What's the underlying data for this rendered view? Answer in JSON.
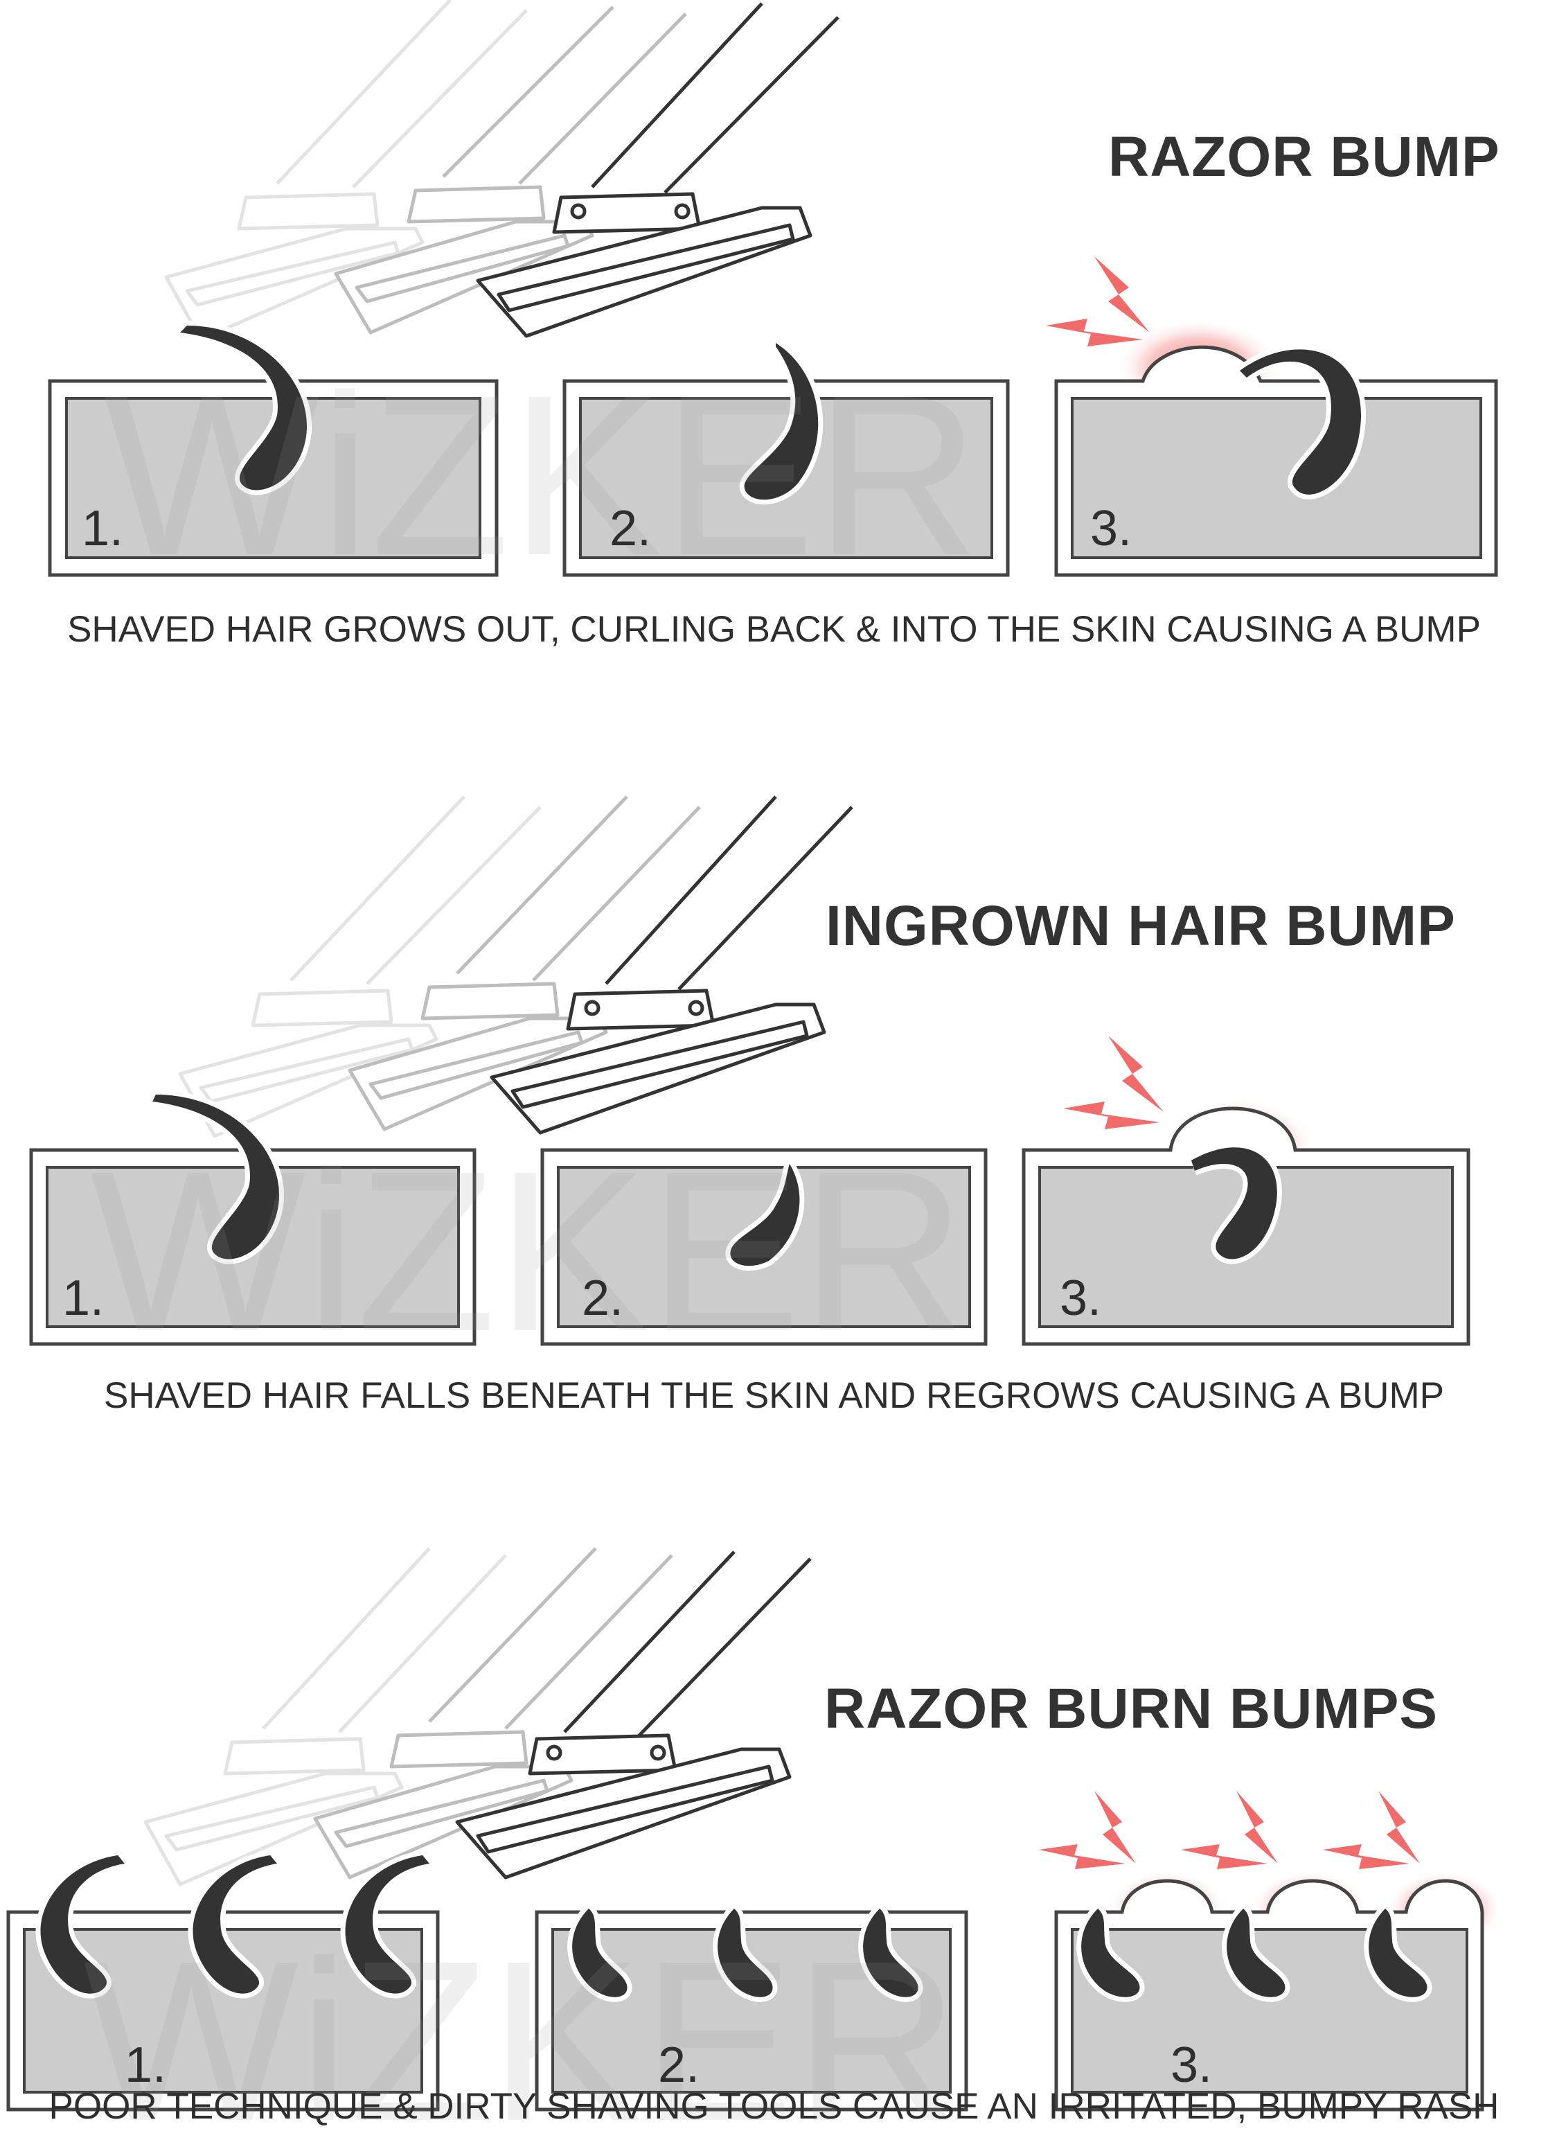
{
  "sections": [
    {
      "title": "RAZOR BUMP",
      "caption": "SHAVED HAIR GROWS OUT, CURLING BACK & INTO THE SKIN CAUSING A BUMP",
      "steps": [
        "1.",
        "2.",
        "3."
      ]
    },
    {
      "title": "INGROWN HAIR BUMP",
      "caption": "SHAVED HAIR FALLS BENEATH THE SKIN AND REGROWS CAUSING A BUMP",
      "steps": [
        "1.",
        "2.",
        "3."
      ]
    },
    {
      "title": "RAZOR BURN BUMPS",
      "caption": "POOR TECHNIQUE & DIRTY SHAVING TOOLS CAUSE AN IRRITATED, BUMPY RASH",
      "steps": [
        "1.",
        "2.",
        "3."
      ]
    }
  ],
  "watermark": "WiZKER",
  "colors": {
    "ink": "#333333",
    "skin": "#cccccc",
    "irritation": "#f26b6b",
    "ghost": "#c8c8c8"
  },
  "icons": [
    "razor-icon",
    "hair-follicle-icon",
    "lightning-irritation-icon",
    "bump-icon"
  ]
}
